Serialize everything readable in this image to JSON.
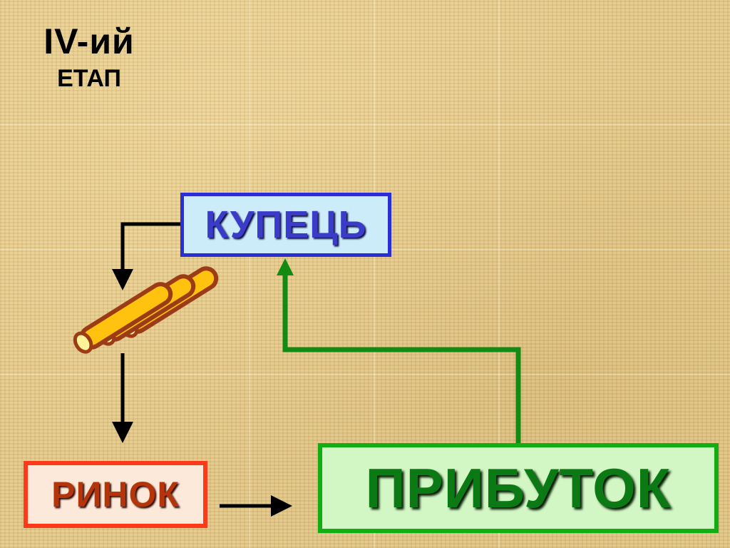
{
  "stage": {
    "line1": "IV-ий",
    "line2": "ЕТАП"
  },
  "nodes": {
    "merchant": "КУПЕЦЬ",
    "market": "РИНОК",
    "profit": "ПРИБУТОК"
  },
  "icons": {
    "goods": "goods-bundle-icon"
  },
  "colors": {
    "merchant_border": "#2d2dd6",
    "merchant_text": "#3b3bc9",
    "market_border": "#ff3a1a",
    "market_text": "#b5350b",
    "profit_border": "#12ad12",
    "profit_text": "#0b7a14",
    "profit_arrow": "#138a13",
    "flow_arrow": "#000000",
    "goods_fill": "#ffc20e",
    "goods_outline": "#9c3c16"
  }
}
